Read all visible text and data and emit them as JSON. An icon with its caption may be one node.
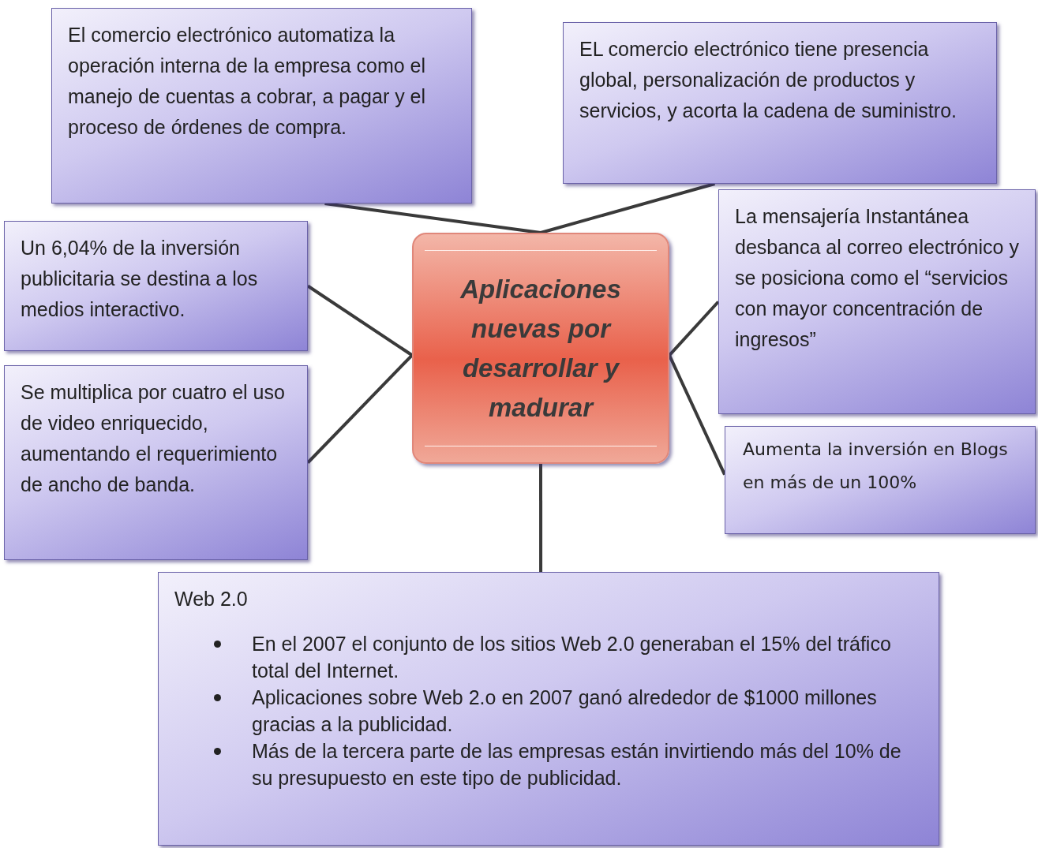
{
  "diagram": {
    "nodes": [
      {
        "text": [
          "El comercio electrónico automatiza la operación interna de la empresa como el manejo de cuentas a cobrar, a pagar y el proceso de órdenes de compra."
        ]
      },
      {
        "text": [
          "EL comercio electrónico tiene presencia global, personalización de productos y servicios, y acorta la cadena de suministro."
        ]
      },
      {
        "text": [
          "Un 6,04% de la inversión publicitaria se destina a los medios interactivo."
        ]
      },
      {
        "text": [
          "Se multiplica por cuatro el uso de video enriquecido, aumentando el requerimiento de ancho de banda."
        ]
      },
      {
        "text": [
          "Aplicaciones nuevas por desarrollar y madurar"
        ]
      },
      {
        "text": [
          "La mensajería Instantánea desbanca al correo electrónico y se posiciona como el “servicios con mayor concentración de ingresos”"
        ]
      },
      {
        "text": [
          "Aumenta la inversión en Blogs en más de un 100%"
        ]
      },
      {
        "text": [
          "Web 2.0",
          "En el 2007 el conjunto de los sitios Web 2.0 generaban el 15% del tráfico total del Internet.",
          "Aplicaciones sobre Web 2.o en 2007 ganó alrededor de $1000 millones gracias a la publicidad.",
          "Más de la tercera parte de las empresas están invirtiendo más del 10% de su presupuesto en este tipo de publicidad."
        ]
      }
    ],
    "edges": [
      {
        "from": 0,
        "to": 4,
        "arrow": "none"
      },
      {
        "from": 1,
        "to": 4,
        "arrow": "none"
      },
      {
        "from": 2,
        "to": 4,
        "arrow": "none"
      },
      {
        "from": 3,
        "to": 4,
        "arrow": "none"
      },
      {
        "from": 4,
        "to": 5,
        "arrow": "none"
      },
      {
        "from": 4,
        "to": 6,
        "arrow": "none"
      },
      {
        "from": 4,
        "to": 7,
        "arrow": "none"
      }
    ]
  }
}
